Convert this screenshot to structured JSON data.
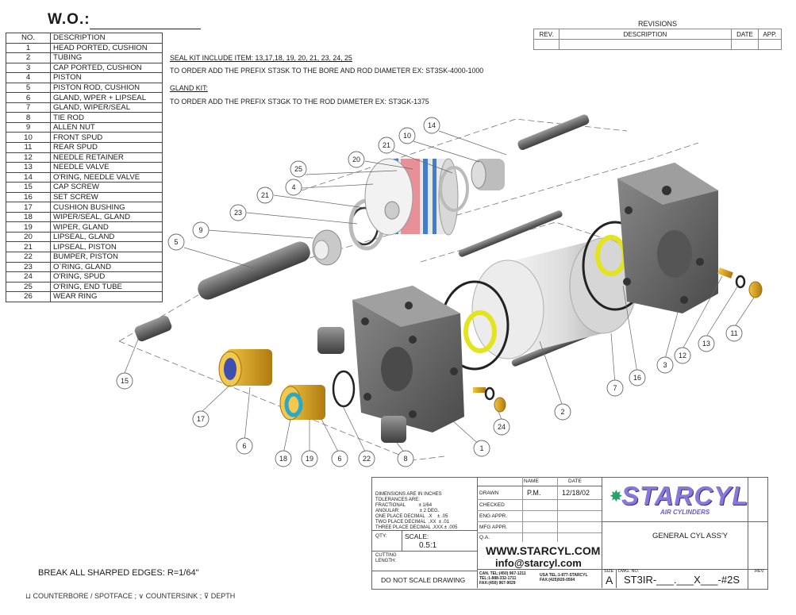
{
  "header": {
    "wo_label": "W.O.:"
  },
  "bom": {
    "headers": {
      "no": "NO.",
      "description": "DESCRIPTION"
    },
    "rows": [
      [
        "1",
        "HEAD PORTED, CUSHION"
      ],
      [
        "2",
        "TUBING"
      ],
      [
        "3",
        "CAP PORTED, CUSHION"
      ],
      [
        "4",
        "PISTON"
      ],
      [
        "5",
        "PISTON ROD, CUSHION"
      ],
      [
        "6",
        "GLAND, WPER + LIPSEAL"
      ],
      [
        "7",
        "GLAND, WIPER/SEAL"
      ],
      [
        "8",
        "TIE ROD"
      ],
      [
        "9",
        "ALLEN NUT"
      ],
      [
        "10",
        "FRONT SPUD"
      ],
      [
        "11",
        "REAR SPUD"
      ],
      [
        "12",
        "NEEDLE RETAINER"
      ],
      [
        "13",
        "NEEDLE VALVE"
      ],
      [
        "14",
        "O'RING, NEEDLE VALVE"
      ],
      [
        "15",
        "CAP SCREW"
      ],
      [
        "16",
        "SET SCREW"
      ],
      [
        "17",
        "CUSHION BUSHING"
      ],
      [
        "18",
        "WIPER/SEAL, GLAND"
      ],
      [
        "19",
        "WIPER, GLAND"
      ],
      [
        "20",
        "LIPSEAL, GLAND"
      ],
      [
        "21",
        "LIPSEAL, PISTON"
      ],
      [
        "22",
        "BUMPER, PISTON"
      ],
      [
        "23",
        "O`RING, GLAND"
      ],
      [
        "24",
        "O'RING, SPUD"
      ],
      [
        "25",
        "O'RING, END TUBE"
      ],
      [
        "26",
        "WEAR RING"
      ]
    ]
  },
  "revisions": {
    "title": "REVISIONS",
    "col_rev": "REV.",
    "col_description": "DESCRIPTION",
    "col_date": "DATE",
    "col_app": "APP."
  },
  "notes": {
    "seal_kit": "SEAL KIT INCLUDE ITEM: 13,17,18, 19, 20, 21, 23, 24, 25",
    "seal_order": "TO ORDER ADD THE PREFIX ST3SK TO THE BORE AND ROD DIAMETER EX: ST3SK-4000-1000",
    "gland_kit": "GLAND KIT:",
    "gland_order": "TO ORDER ADD THE PREFIX ST3GK TO THE ROD DIAMETER EX: ST3GK-1375"
  },
  "balloons": [
    "14",
    "10",
    "21",
    "20",
    "25",
    "4",
    "21",
    "23",
    "9",
    "5",
    "15",
    "17",
    "6",
    "18",
    "19",
    "6",
    "22",
    "8",
    "1",
    "24",
    "2",
    "7",
    "16",
    "3",
    "12",
    "13",
    "11"
  ],
  "titleblock": {
    "tolerances": "DIMENSIONS ARE IN INCHES\nTOLERANCES ARE:\nFRACTIONAL          ± 1/64\nANGULAR:               ± 2 DEG.\nONE PLACE DECIMAL  .X    ± .05\nTWO PLACE DECIMAL  .XX  ± .01\nTHREE PLACE DECIMAL .XXX ± .005",
    "qty_label": "QTY:",
    "scale_label": "SCALE:",
    "scale_value": "0.5:1",
    "cutting_length_label": "CUTTING\nLENGTH:",
    "do_not_scale": "DO NOT SCALE DRAWING",
    "name_header": "NAME",
    "date_header": "DATE",
    "drawn_label": "DRAWN",
    "drawn_name": "P.M.",
    "drawn_date": "12/18/02",
    "checked_label": "CHECKED",
    "eng_appr_label": "ENG APPR.",
    "mfg_appr_label": "MFG APPR.",
    "qa_label": "Q.A.",
    "website": "WWW.STARCYL.COM",
    "email": "info@starcyl.com",
    "can_contact": "CAN. TEL:(450) 967-1211\nTEL:1-888-332-1711\nFAX:(450) 967-9029",
    "usa_contact": "USA TEL:1-877-STARCYL\nFAX:(425)920-0504",
    "logo_text": "STARCYL",
    "logo_sub": "AIR CYLINDERS",
    "title": "GENERAL CYL ASS'Y",
    "size_label": "SIZE",
    "size_value": "A",
    "dwg_no_label": "DWG. NO.",
    "dwg_no": "ST3IR-___.___X___-#2S",
    "rev_label": "REV."
  },
  "footer": {
    "break_edges": "BREAK ALL SHARPED EDGES: R=1/64\"",
    "symbols": "⊔ COUNTERBORE / SPOTFACE ; ∨ COUNTERSINK ; ⊽ DEPTH"
  },
  "colors": {
    "seal_blue": "#3f7fd0",
    "seal_red": "#e89098",
    "brass": "#d9a320",
    "yellow_ring": "#e3e31e",
    "logo_purple": "#6a5acd"
  }
}
